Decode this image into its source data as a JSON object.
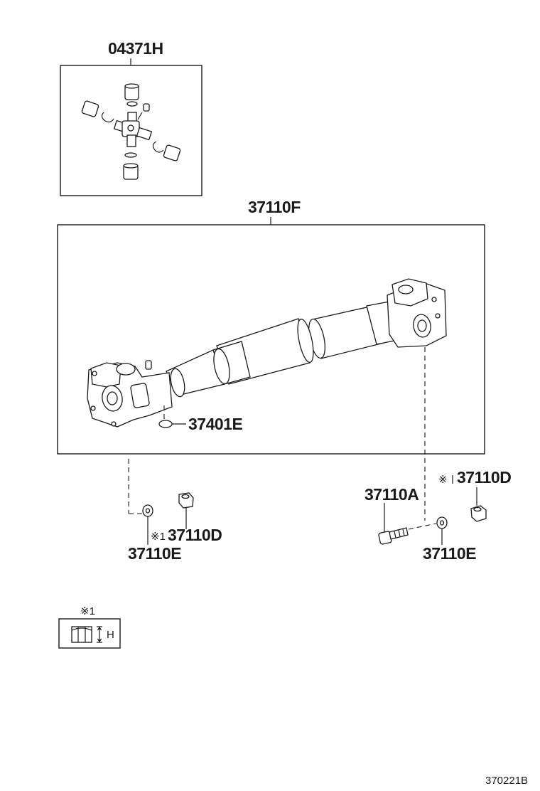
{
  "labels": {
    "kit": "04371H",
    "shaft": "37110F",
    "fitting": "37401E",
    "nut_right": "37110D",
    "bolt": "37110A",
    "nut_left": "37110D",
    "washer_left": "37110E",
    "washer_right": "37110E"
  },
  "marks": {
    "note_symbol": "※1",
    "ref_mark": "※",
    "legend_symbol": "※1",
    "legend_dimension": "H"
  },
  "figure_id": "370221B"
}
